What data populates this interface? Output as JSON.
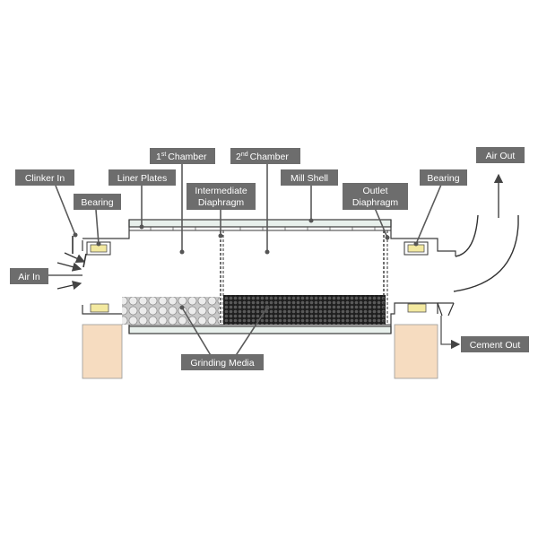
{
  "diagram": {
    "labels": {
      "clinker_in": "Clinker In",
      "bearing_left": "Bearing",
      "liner_plates": "Liner Plates",
      "chamber1_num": "1",
      "chamber1_sup": "st",
      "chamber1_text": "Chamber",
      "chamber2_num": "2",
      "chamber2_sup": "nd",
      "chamber2_text": "Chamber",
      "intermediate_line1": "Intermediate",
      "intermediate_line2": "Diaphragm",
      "mill_shell": "Mill Shell",
      "outlet_line1": "Outlet",
      "outlet_line2": "Diaphragm",
      "bearing_right": "Bearing",
      "air_out": "Air Out",
      "air_in": "Air In",
      "grinding_media": "Grinding Media",
      "cement_out": "Cement Out"
    },
    "colors": {
      "label_bg": "#6d6d6d",
      "leader": "#5a5a5a",
      "shell_fill": "#e8f0ec",
      "shell_stroke": "#3a3a3a",
      "bearing_fill": "#f3e9a0",
      "foundation_fill": "#f6dcc0",
      "coarse_media": "#d8d8d8",
      "fine_media": "#2c2c2c"
    }
  }
}
